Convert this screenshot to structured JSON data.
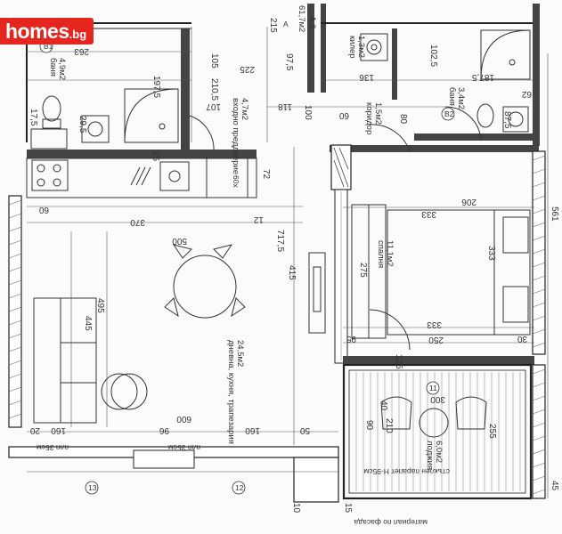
{
  "logo": {
    "main": "homes",
    "suffix": ".bg",
    "color": "#e5261f"
  },
  "header": {
    "apartment": "А 6",
    "total_area": "61,7м2"
  },
  "rooms": {
    "bath1": {
      "name": "баня",
      "area": "4,9м2"
    },
    "wc": {
      "name": "килер",
      "area": "1,3м2"
    },
    "bath2": {
      "name": "баня",
      "area": "3,4м2"
    },
    "entry": {
      "name": "входно преддверие",
      "area": "4,7м2"
    },
    "corridor": {
      "name": "коридор",
      "area": "1,5м2"
    },
    "living": {
      "name": "дневна, кухня, трапезария",
      "area": "24,5м2"
    },
    "bedroom": {
      "name": "спалня",
      "area": "11,1м2"
    },
    "loggia": {
      "name": "лоджия",
      "area": "6,0м2"
    }
  },
  "notes": {
    "parapet_left": "плп 35см",
    "parapet_right": "плп 35см",
    "loggia_parapet": "стъклен парапет Н-95см",
    "bottom_note": "материал по фасада",
    "kitchen_depth": "60х"
  },
  "dimensions": {
    "d_263": "263",
    "d_105": "105",
    "d_215": "215",
    "d_225": "225",
    "d_97_5": "97,5",
    "d_197_5": "197,5",
    "d_210_5": "210,5",
    "d_107": "107",
    "d_118": "118",
    "d_100": "100",
    "d_136": "136",
    "d_102_5": "102,5",
    "d_187_5": "187,5",
    "d_60": "60",
    "d_80": "80",
    "d_87_5": "87,5",
    "d_62": "62",
    "d_370": "370",
    "d_72": "72",
    "d_12": "12",
    "d_206": "206",
    "d_333": "333",
    "d_561": "561",
    "d_500": "500",
    "d_717_5": "717,5",
    "d_415": "415",
    "d_495": "495",
    "d_445": "445",
    "d_275": "275",
    "d_333b": "333",
    "d_250": "250",
    "d_95": "95",
    "d_30": "30",
    "d_125": "125",
    "d_300": "300",
    "d_210": "210",
    "d_255": "255",
    "d_160": "160",
    "d_96": "96",
    "d_600": "600",
    "d_20": "20",
    "d_10": "10",
    "d_50": "50",
    "d_29_5": "29,5",
    "d_17_5": "17,5",
    "d_90": "90",
    "d_40": "40",
    "d_25": "25",
    "d_15": "15",
    "d_45": "45",
    "axis_b1": "B1",
    "axis_b2": "B2",
    "axis_11": "11",
    "axis_12": "12",
    "axis_13": "13",
    "axis_a": "A"
  }
}
